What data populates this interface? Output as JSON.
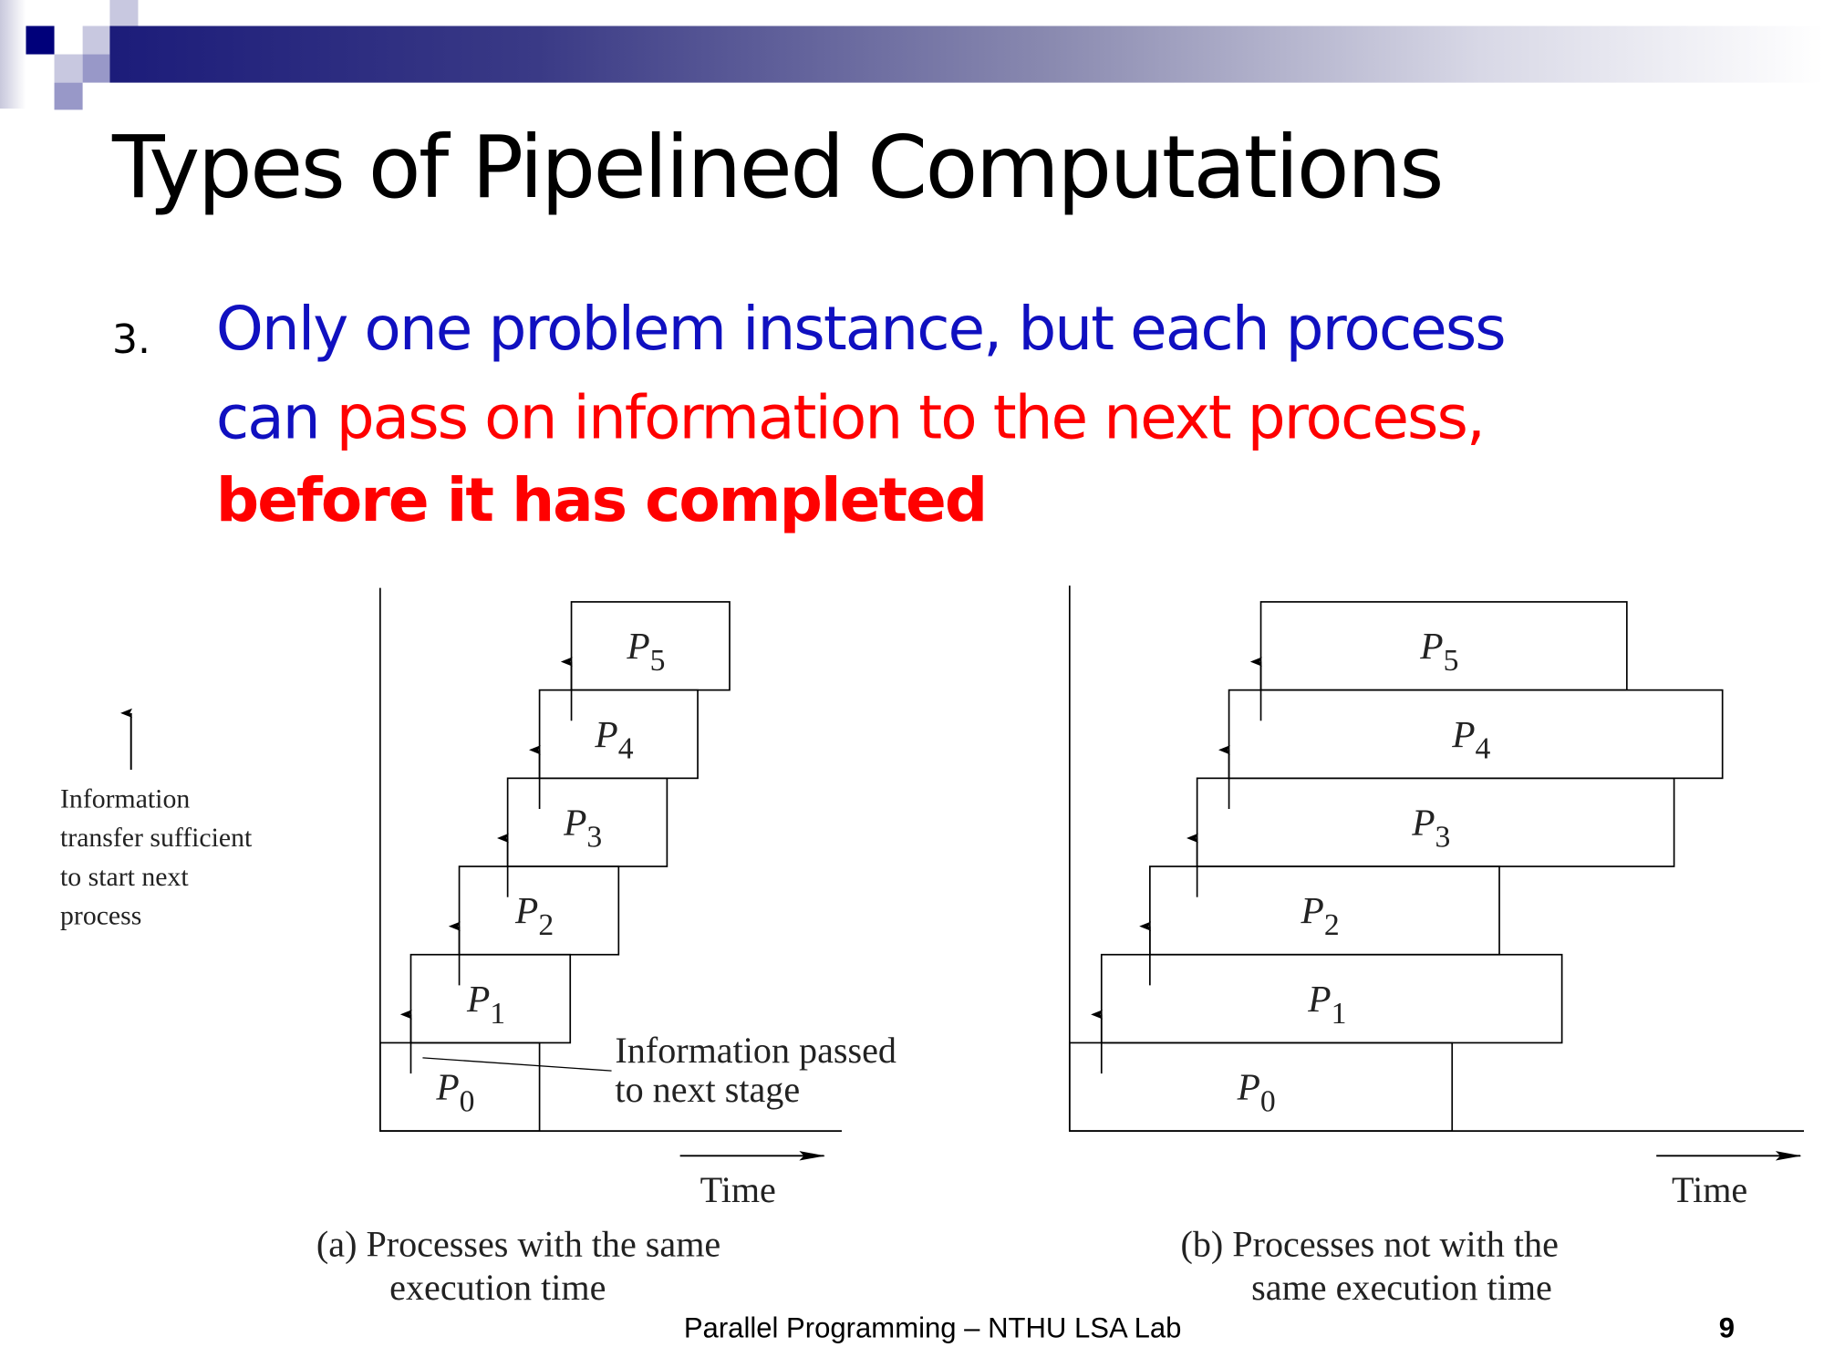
{
  "slide": {
    "title": "Types of Pipelined Computations",
    "bullet_number": "3.",
    "line1": "Only one problem instance, but each process",
    "line2_blue": "can",
    "line2_red": " pass on information to the next process,",
    "line3": "before it has completed",
    "colors": {
      "blue": "#1010c0",
      "red": "#ff0000",
      "header": "#1c1c7a"
    }
  },
  "annotation": {
    "lines": [
      "Information",
      "transfer sufficient",
      "to start next",
      "process"
    ]
  },
  "diagram_a": {
    "processes": [
      {
        "name": "P",
        "sub": "0"
      },
      {
        "name": "P",
        "sub": "1"
      },
      {
        "name": "P",
        "sub": "2"
      },
      {
        "name": "P",
        "sub": "3"
      },
      {
        "name": "P",
        "sub": "4"
      },
      {
        "name": "P",
        "sub": "5"
      }
    ],
    "callout": [
      "Information passed",
      "to next stage"
    ],
    "time_label": "Time",
    "caption": [
      "(a) Processes with the same",
      "execution time"
    ]
  },
  "diagram_b": {
    "processes": [
      {
        "name": "P",
        "sub": "0"
      },
      {
        "name": "P",
        "sub": "1"
      },
      {
        "name": "P",
        "sub": "2"
      },
      {
        "name": "P",
        "sub": "3"
      },
      {
        "name": "P",
        "sub": "4"
      },
      {
        "name": "P",
        "sub": "5"
      }
    ],
    "time_label": "Time",
    "caption": [
      "(b) Processes not with the",
      "same execution time"
    ]
  },
  "footer": {
    "text": "Parallel Programming – NTHU LSA Lab",
    "page": "9"
  }
}
